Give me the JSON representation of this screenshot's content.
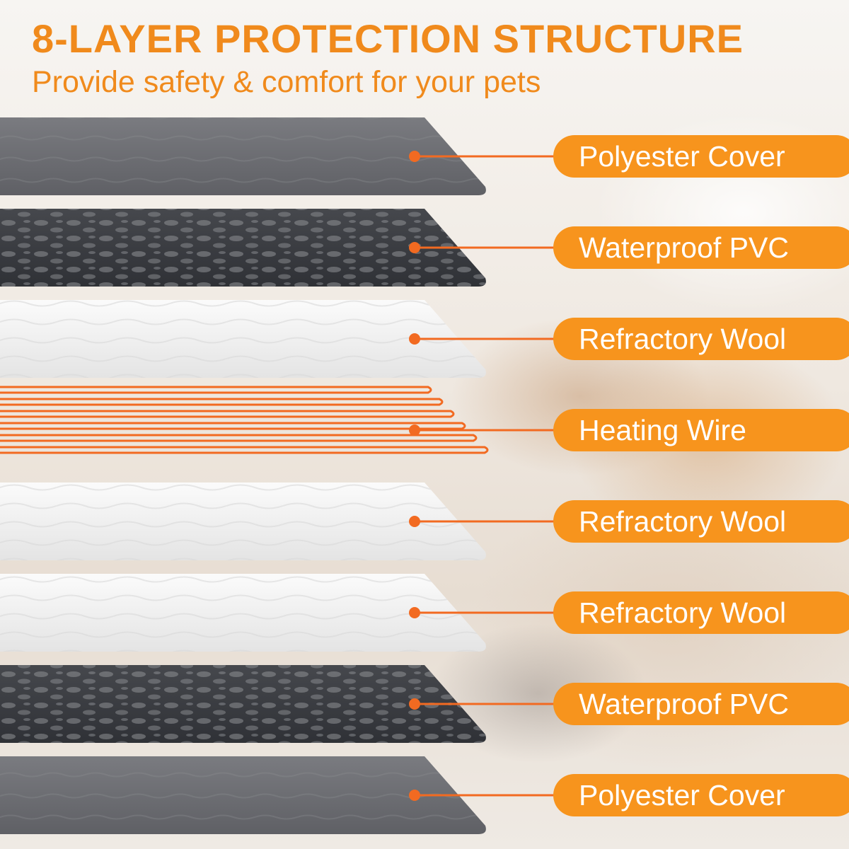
{
  "header": {
    "title": "8-LAYER PROTECTION STRUCTURE",
    "subtitle": "Provide safety & comfort for your pets"
  },
  "colors": {
    "accent": "#f7941d",
    "title_text": "#f08a1c",
    "wire": "#f26a21",
    "polyester": "#6d6e72",
    "pvc": "#3b3d42",
    "wool": "#f2f2f2"
  },
  "layers": [
    {
      "label": "Polyester Cover",
      "material": "polyester"
    },
    {
      "label": "Waterproof PVC",
      "material": "pvc"
    },
    {
      "label": "Refractory Wool",
      "material": "wool"
    },
    {
      "label": "Heating Wire",
      "material": "wire"
    },
    {
      "label": "Refractory Wool",
      "material": "wool"
    },
    {
      "label": "Refractory Wool",
      "material": "wool"
    },
    {
      "label": "Waterproof PVC",
      "material": "pvc"
    },
    {
      "label": "Polyester Cover",
      "material": "polyester"
    }
  ]
}
